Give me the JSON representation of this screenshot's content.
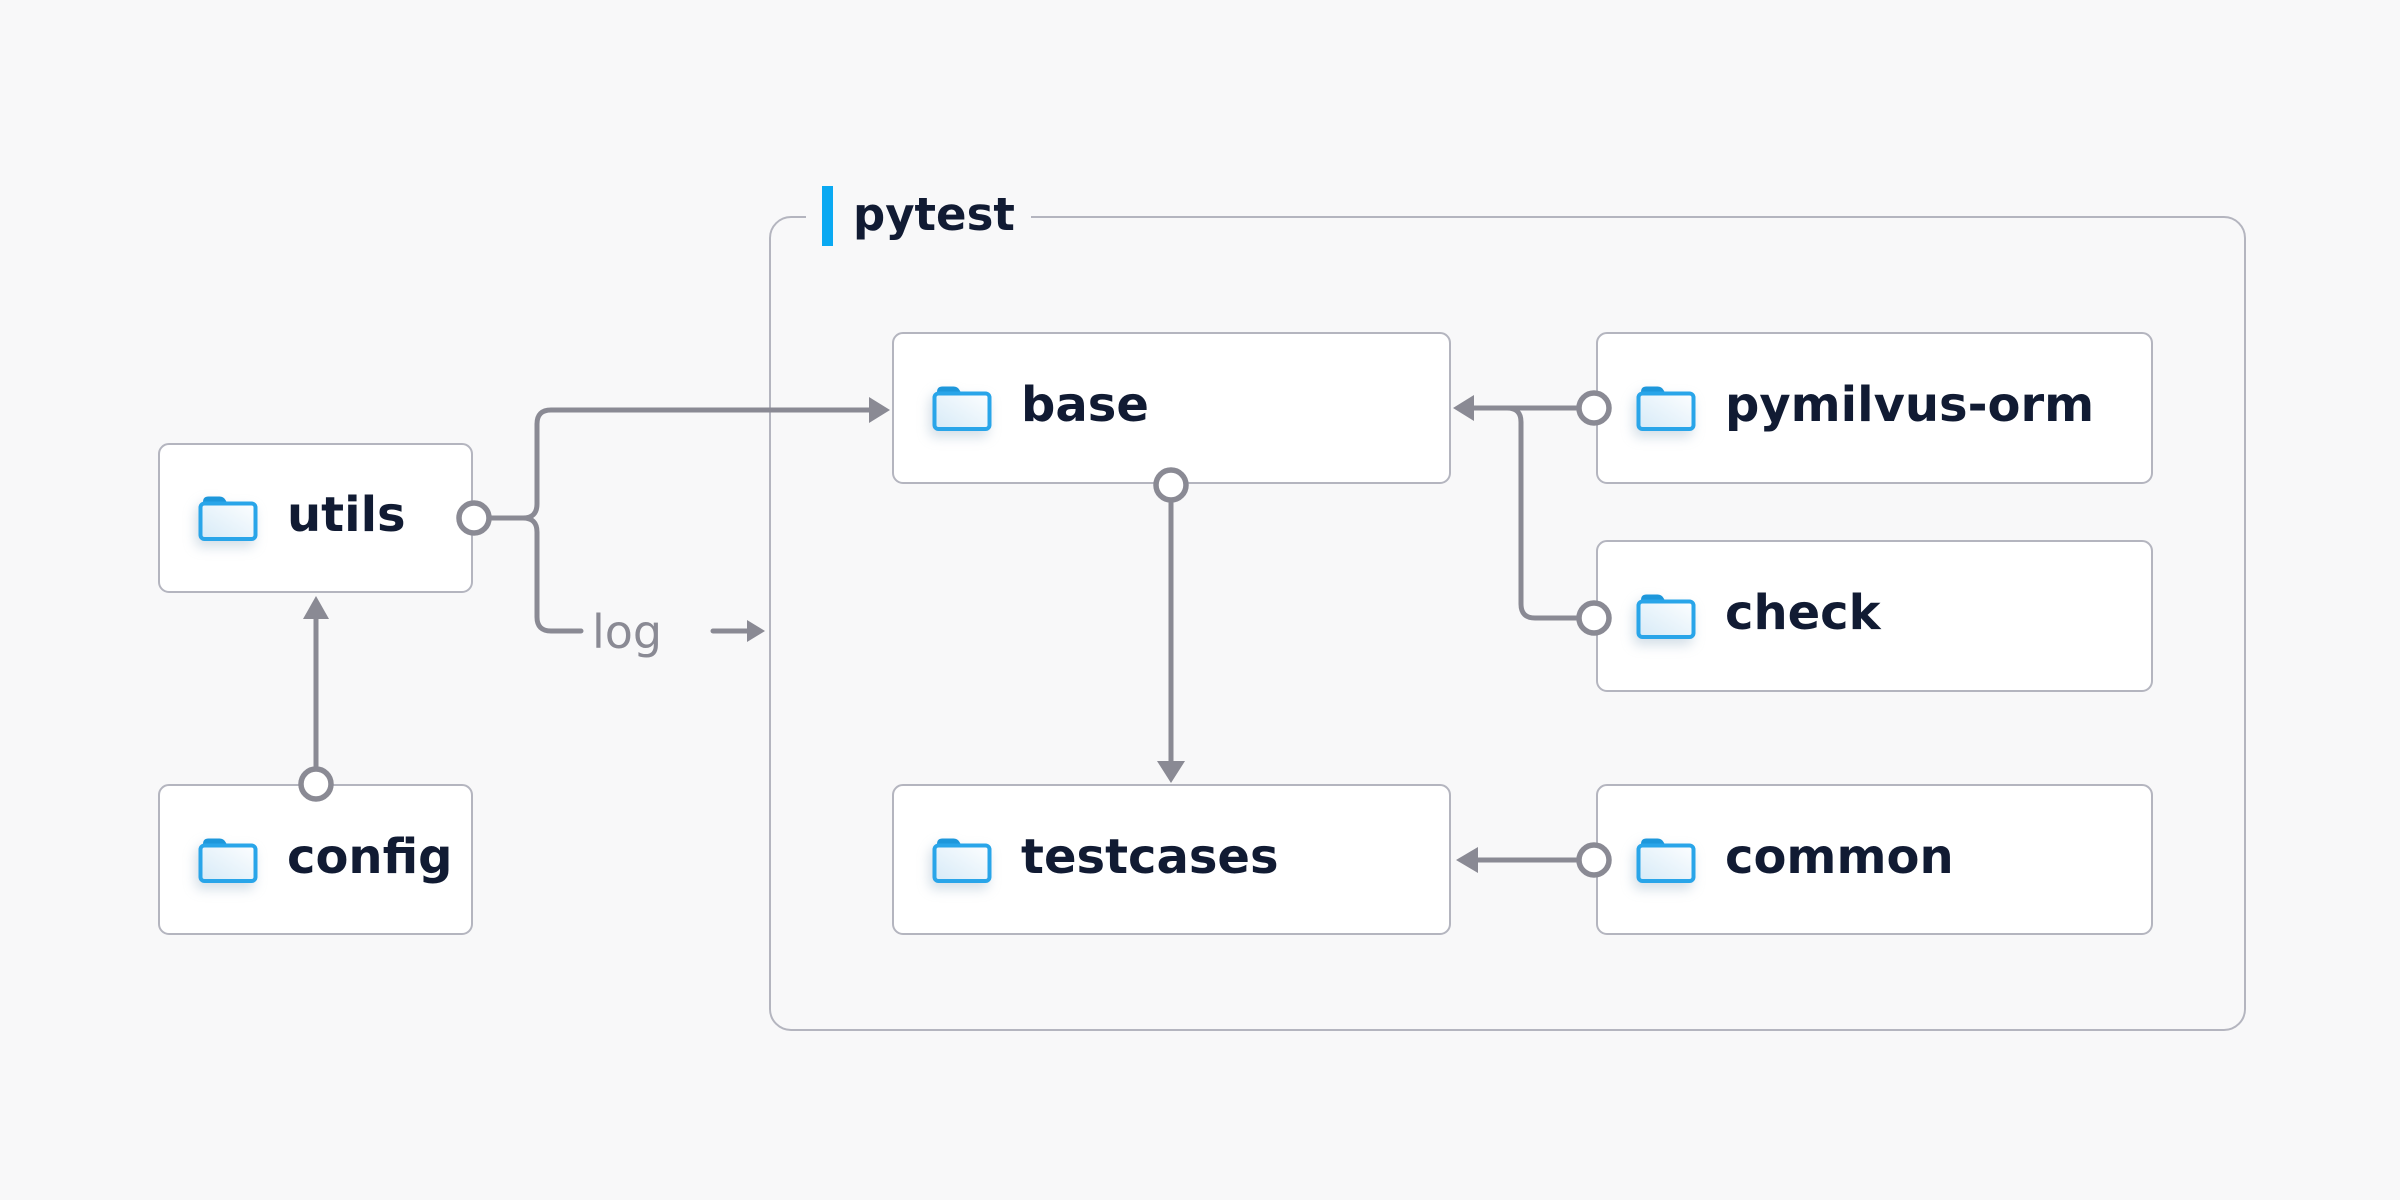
{
  "diagram": {
    "group": {
      "label": "pytest"
    },
    "nodes": {
      "utils": {
        "label": "utils"
      },
      "config": {
        "label": "config"
      },
      "base": {
        "label": "base"
      },
      "testcases": {
        "label": "testcases"
      },
      "pymilvus_orm": {
        "label": "pymilvus-orm"
      },
      "check": {
        "label": "check"
      },
      "common": {
        "label": "common"
      }
    },
    "edges": [
      {
        "from": "config",
        "to": "utils"
      },
      {
        "from": "utils",
        "to": "base"
      },
      {
        "from": "utils",
        "to": "pytest-group",
        "label": "log"
      },
      {
        "from": "base",
        "to": "testcases"
      },
      {
        "from": "pymilvus-orm",
        "to": "base"
      },
      {
        "from": "check",
        "to": "base"
      },
      {
        "from": "common",
        "to": "testcases"
      }
    ],
    "edge_labels": {
      "log": "log"
    },
    "icons": {
      "node_icon": "folder-icon"
    },
    "colors": {
      "background": "#F8F8F9",
      "node_bg": "#FFFFFF",
      "node_border": "#B4B5BF",
      "connector": "#8A8A94",
      "text": "#111B33",
      "accent_blue": "#0AA9F2",
      "folder_stroke": "#29A5E9",
      "folder_tab": "#1D97DB",
      "folder_fill_light": "#FDFEFF",
      "folder_fill_deep": "#D6EAF7"
    }
  }
}
